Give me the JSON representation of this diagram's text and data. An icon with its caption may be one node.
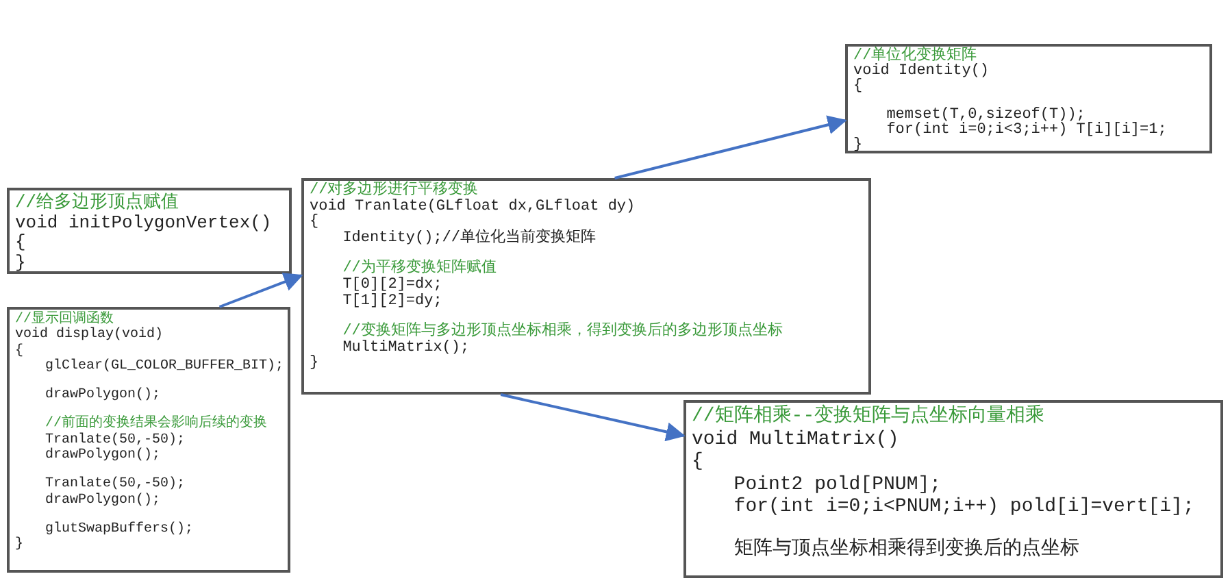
{
  "diagram": {
    "nodes": [
      {
        "text": [
          "//单位化变换矩阵",
          "void Identity()",
          "{",
          "memset(T,0,sizeof(T));",
          "for(int i=0;i<3;i++) T[i][i]=1;",
          "}"
        ]
      },
      {
        "text": [
          "//给多边形顶点赋值",
          "void initPolygonVertex()",
          "{",
          "}"
        ]
      },
      {
        "text": [
          "//对多边形进行平移变换",
          "void Tranlate(GLfloat dx,GLfloat dy)",
          "{",
          "Identity();//单位化当前变换矩阵",
          "//为平移变换矩阵赋值",
          "T[0][2]=dx;",
          "T[1][2]=dy;",
          "//变换矩阵与多边形顶点坐标相乘，得到变换后的多边形顶点坐标",
          "MultiMatrix();",
          "}"
        ]
      },
      {
        "text": [
          "//显示回调函数",
          "void display(void)",
          "{",
          "glClear(GL_COLOR_BUFFER_BIT);",
          "drawPolygon();",
          "//前面的变换结果会影响后续的变换",
          "Tranlate(50,-50);",
          "drawPolygon();",
          "Tranlate(50,-50);",
          "drawPolygon();",
          "glutSwapBuffers();",
          "}"
        ]
      },
      {
        "text": [
          "//矩阵相乘--变换矩阵与点坐标向量相乘",
          "void MultiMatrix()",
          "{",
          "Point2 pold[PNUM];",
          "for(int i=0;i<PNUM;i++) pold[i]=vert[i];",
          "矩阵与顶点坐标相乘得到变换后的点坐标"
        ]
      }
    ],
    "edges": [
      {
        "from": 3,
        "to": 2,
        "arrow": "to"
      },
      {
        "from": 2,
        "to": 0,
        "arrow": "to"
      },
      {
        "from": 2,
        "to": 4,
        "arrow": "to"
      }
    ]
  }
}
